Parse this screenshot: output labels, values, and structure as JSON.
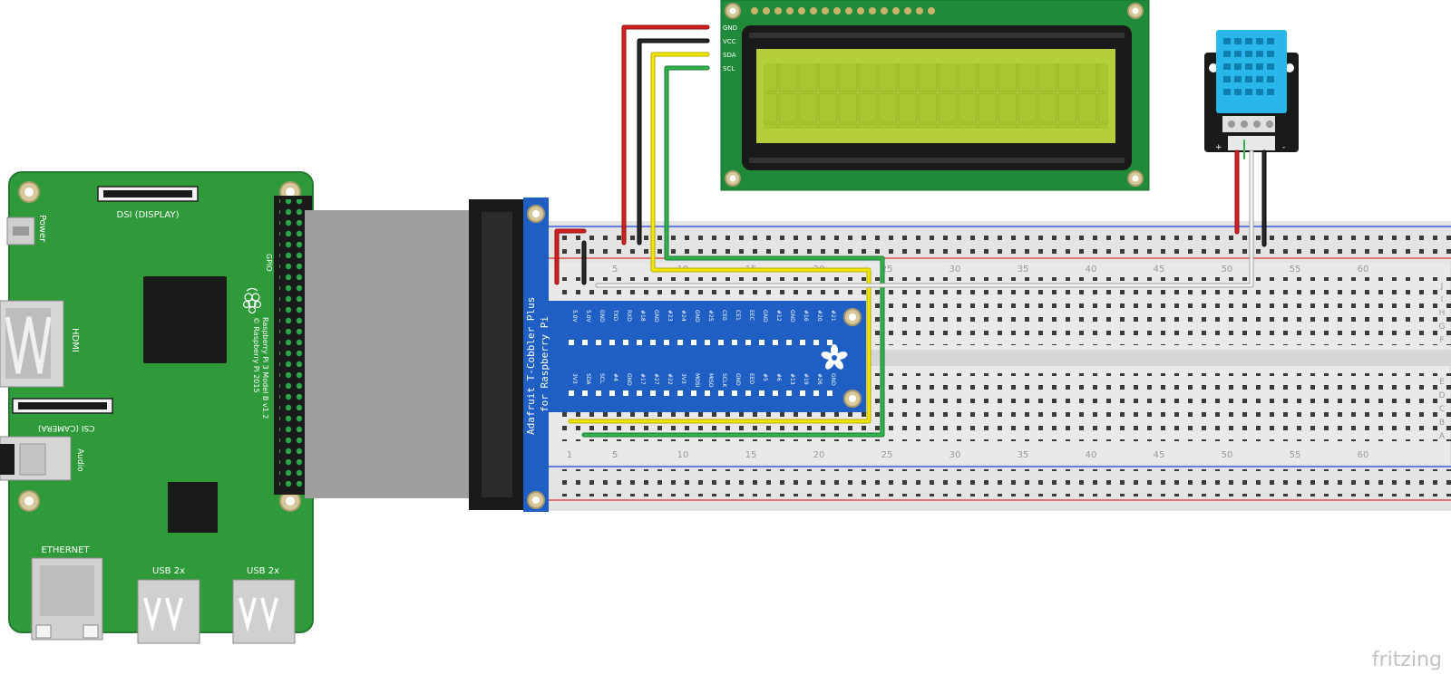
{
  "colors": {
    "background": "#ffffff",
    "pcb_green": "#2e9a3a",
    "pcb_dark_green": "#247a2e",
    "lcd_board": "#1f8a3a",
    "lcd_screen": "#b5cf3a",
    "cobbler_blue": "#1f5fc4",
    "breadboard": "#e6e6e6",
    "rail_red": "#d9534f",
    "rail_blue": "#3b5bdb",
    "wire_red": "#d42020",
    "wire_black": "#1a1a1a",
    "wire_yellow": "#f2e600",
    "wire_green": "#2fb34a",
    "wire_white": "#f4f4f4",
    "dht_blue": "#29b6e8",
    "ribbon_gray": "#9e9e9e"
  },
  "pi": {
    "dsi_label": "DSI (DISPLAY)",
    "power_label": "Power",
    "hdmi_label": "HDMI",
    "csi_label": "CSI (CAMERA)",
    "audio_label": "Audio",
    "ethernet_label": "ETHERNET",
    "usb1_label": "USB 2x",
    "usb2_label": "USB 2x",
    "gpio_label": "GPIO",
    "model_line1": "Raspberry Pi 3 Model B v1.2",
    "model_line2": "© Raspberry Pi 2015"
  },
  "cobbler": {
    "title_line1": "Adafruit T-Cobbler Plus",
    "title_line2": "for Raspberry Pi",
    "top_pins": [
      "5.0V",
      "5.0V",
      "GND",
      "TXD",
      "RXD",
      "#18",
      "GND",
      "#23",
      "#24",
      "GND",
      "#25",
      "CE0",
      "CE1",
      "EEC",
      "GND",
      "#12",
      "GND",
      "#16",
      "#20",
      "#21"
    ],
    "bottom_pins": [
      "3V3",
      "SDA",
      "SCL",
      "#4",
      "GND",
      "#17",
      "#27",
      "#22",
      "3V3",
      "MOSI",
      "MISO",
      "SCLK",
      "GND",
      "EED",
      "#5",
      "#6",
      "#13",
      "#19",
      "#26",
      "GND"
    ]
  },
  "lcd": {
    "pin_labels": [
      "GND",
      "VCC",
      "SDA",
      "SCL"
    ]
  },
  "dht": {
    "plus_label": "+",
    "minus_label": "-"
  },
  "breadboard": {
    "column_numbers_top": [
      "5",
      "10",
      "15",
      "20",
      "25",
      "30",
      "35",
      "40",
      "45",
      "50",
      "55",
      "60"
    ],
    "column_numbers_bottom": [
      "1",
      "5",
      "10",
      "15",
      "20",
      "25",
      "30",
      "35",
      "40",
      "45",
      "50",
      "55",
      "60"
    ],
    "row_letters_top": [
      "J",
      "I",
      "H",
      "G",
      "F"
    ],
    "row_letters_bottom": [
      "E",
      "D",
      "C",
      "B",
      "A"
    ]
  },
  "watermark": "fritzing"
}
